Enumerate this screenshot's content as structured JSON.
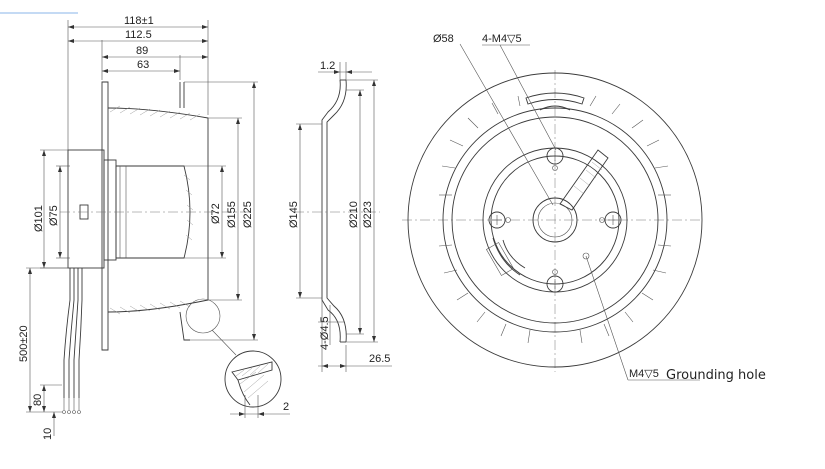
{
  "side_view": {
    "overall_length": "118±1",
    "impeller_length": "112.5",
    "dim_89": "89",
    "dim_63": "63",
    "dia_101": "Ø101",
    "dia_75": "Ø75",
    "dia_72": "Ø72",
    "dia_155": "Ø155",
    "dia_225": "Ø225",
    "cable_length": "500±20",
    "strip_80": "80",
    "strip_10": "10",
    "detail_2": "2"
  },
  "section_view": {
    "thickness": "1.2",
    "dia_145": "Ø145",
    "dia_210": "Ø210",
    "dia_223": "Ø223",
    "holes": "4-Ø4.5",
    "depth": "26.5"
  },
  "front_view": {
    "dia_58": "Ø58",
    "thread_holes": "4-M4▽5",
    "grounding_thread": "M4▽5",
    "grounding_label": "Grounding hole"
  }
}
